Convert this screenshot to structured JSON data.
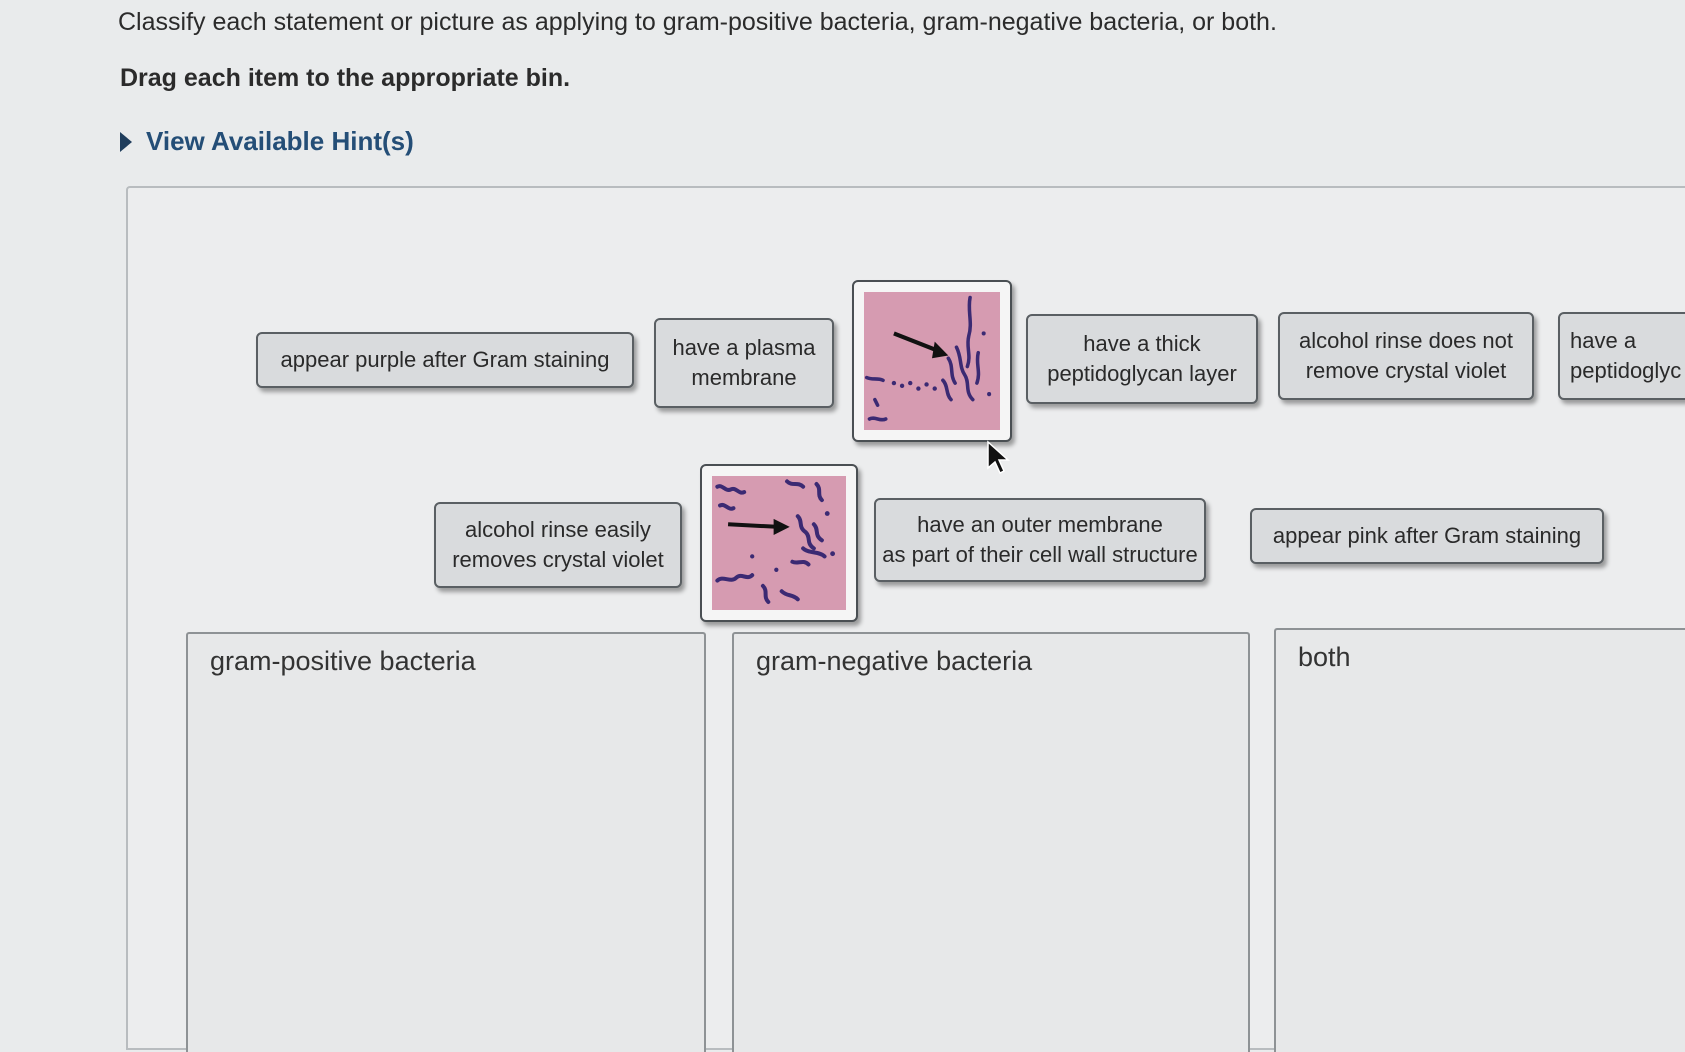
{
  "instruction": "Classify each statement or picture as applying to gram-positive bacteria, gram-negative bacteria, or both.",
  "drag_instruction": "Drag each item to the appropriate bin.",
  "hint_link": "View Available Hint(s)",
  "items": {
    "purple": "appear purple after Gram staining",
    "plasma": "have a plasma\nmembrane",
    "thick": "have a thick\npeptidoglycan layer",
    "rinse_not": "alcohol rinse does not\nremove crystal violet",
    "thin_partial": "have a\npeptidoglyc",
    "rinse_easy": "alcohol rinse easily\nremoves crystal violet",
    "outer": "have an outer membrane\nas part of their cell wall structure",
    "pink": "appear pink after Gram staining"
  },
  "bins": {
    "positive": "gram-positive bacteria",
    "negative": "gram-negative bacteria",
    "both": "both"
  },
  "colors": {
    "stain_background": "#d69bb1",
    "stain_cells": "#3b2a73",
    "hint_link": "#244e77"
  }
}
